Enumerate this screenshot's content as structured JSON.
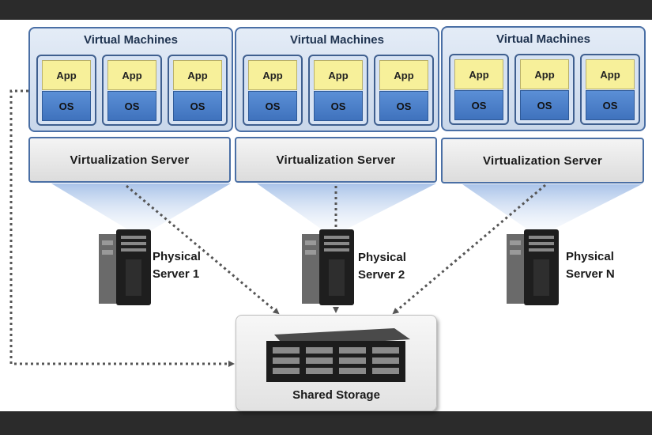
{
  "vm_groups": [
    {
      "title": "Virtual Machines",
      "vms": [
        {
          "app": "App",
          "os": "OS"
        },
        {
          "app": "App",
          "os": "OS"
        },
        {
          "app": "App",
          "os": "OS"
        }
      ]
    },
    {
      "title": "Virtual Machines",
      "vms": [
        {
          "app": "App",
          "os": "OS"
        },
        {
          "app": "App",
          "os": "OS"
        },
        {
          "app": "App",
          "os": "OS"
        }
      ]
    },
    {
      "title": "Virtual Machines",
      "vms": [
        {
          "app": "App",
          "os": "OS"
        },
        {
          "app": "App",
          "os": "OS"
        },
        {
          "app": "App",
          "os": "OS"
        }
      ]
    }
  ],
  "virtualization_servers": [
    "Virtualization  Server",
    "Virtualization  Server",
    "Virtualization  Server"
  ],
  "physical_servers": [
    {
      "line1": "Physical",
      "line2": "Server 1"
    },
    {
      "line1": "Physical",
      "line2": "Server 2"
    },
    {
      "line1": "Physical",
      "line2": "Server N"
    }
  ],
  "storage": {
    "label": "Shared Storage"
  },
  "colors": {
    "vm_border": "#4a6fa5",
    "app_fill": "#f7f09a",
    "os_fill": "#4a80cc",
    "link": "#555555"
  }
}
